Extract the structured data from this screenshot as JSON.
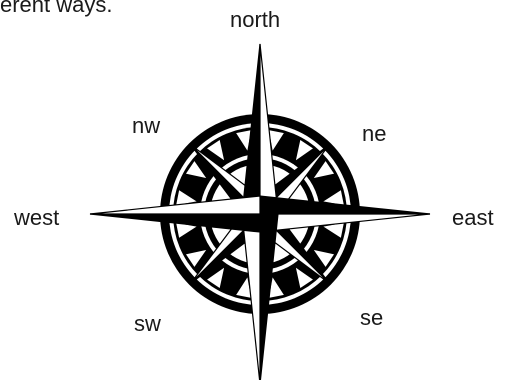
{
  "caption": "erent ways.",
  "directions": {
    "north": "north",
    "nw": "nw",
    "ne": "ne",
    "west": "west",
    "east": "east",
    "sw": "sw",
    "se": "se"
  },
  "colors": {
    "ink": "#000000",
    "paper": "#ffffff"
  }
}
